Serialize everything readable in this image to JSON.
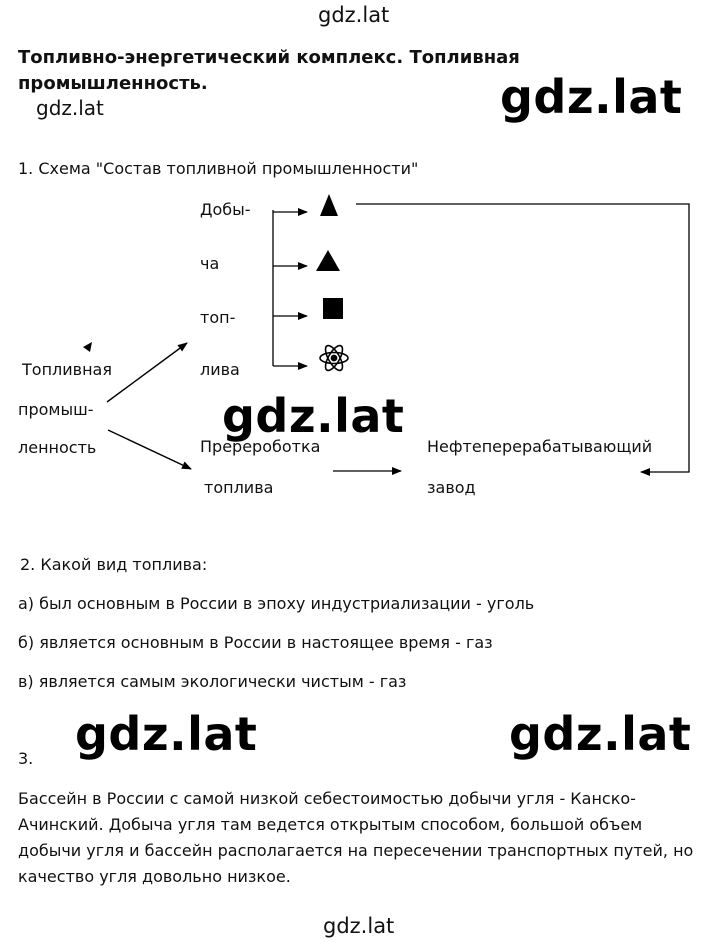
{
  "watermarks": {
    "top": "gdz.lat",
    "under_title": "gdz.lat",
    "title_right": "gdz.lat",
    "diagram_center": "gdz.lat",
    "left_mid": "gdz.lat",
    "right_mid": "gdz.lat",
    "bottom": "gdz.lat"
  },
  "title": {
    "line1": "Топливно-энергетический комплекс. Топливная",
    "line2": "промышленность."
  },
  "q1": {
    "heading": "1. Схема \"Состав топливной промышленности\"",
    "root": [
      "Топливная",
      "промыш-",
      "ленность"
    ],
    "extraction": [
      "Добы-",
      "ча",
      "топ-",
      "лива"
    ],
    "processing": [
      "Пререроботка",
      "топлива"
    ],
    "refinery": [
      "Нефтеперерабатывающий",
      "завод"
    ],
    "icons": [
      "oil-triangle-icon",
      "gas-triangle-icon",
      "coal-square-icon",
      "atom-icon"
    ]
  },
  "q2": {
    "heading": "2.  Какой вид топлива:",
    "a": "а)  был основным в России в эпоху индустриализации - уголь",
    "b": "б) является основным в России в настоящее время - газ",
    "c": "в) является самым экологически чистым - газ"
  },
  "q3": {
    "number": "3.",
    "text": "Бассейн в России с самой низкой себестоимостью добычи угля - Канско-Ачинский. Добыча угля там ведется открытым способом, большой объем добычи угля и бассейн располагается на пересечении транспортных путей, но качество угля довольно низкое."
  }
}
